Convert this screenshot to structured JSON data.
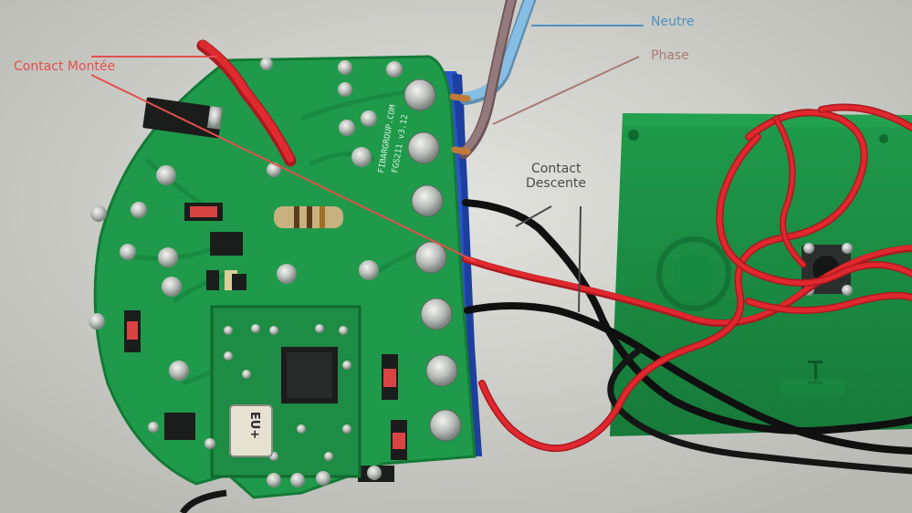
{
  "labels": {
    "neutre": "Neutre",
    "phase": "Phase",
    "contact_montee": "Contact Montée",
    "contact_descente_line1": "Contact",
    "contact_descente_line2": "Descente"
  },
  "board_silkscreen": {
    "brand": "FIBARGROUP.COM",
    "model": "FGS211 v3.12",
    "region_mark": "EU+"
  },
  "colors": {
    "neutre_label": "#4f8fc0",
    "phase_label": "#a87a72",
    "montee_label": "#e2504c",
    "descente_label": "#4a4a4a",
    "pcb_green": "#1f9a4a",
    "wire_red": "#d8222b",
    "wire_blue": "#7fb6dc",
    "wire_brown": "#8e6f72",
    "wire_black": "#161616",
    "terminal_blue": "#2b56c8"
  }
}
